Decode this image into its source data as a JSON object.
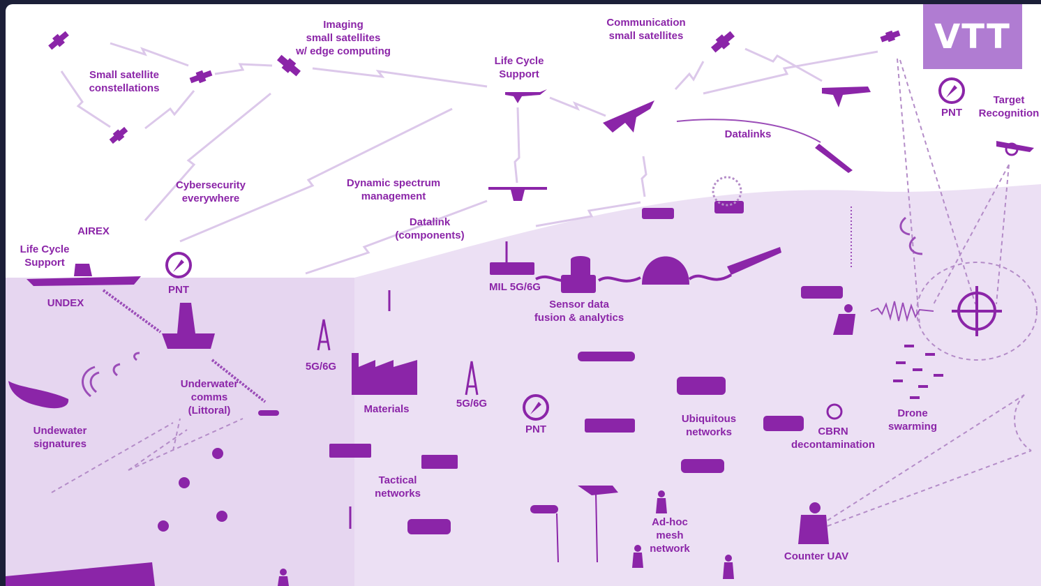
{
  "colors": {
    "accent": "#8b25a8",
    "light_fill": "#ecdff4",
    "logo_bg": "#b07cd2",
    "frame_bg": "#1c1f38"
  },
  "logo": {
    "text": "VTT"
  },
  "labels": {
    "imaging": "Imaging\nsmall satellites\nw/ edge computing",
    "communication": "Communication\nsmall satellites",
    "small_sat": "Small satellite\nconstellations",
    "lcs_air": "Life Cycle\nSupport",
    "pnt_top": "PNT",
    "target_recognition": "Target\nRecognition",
    "datalinks": "Datalinks",
    "cybersecurity": "Cybersecurity\neverywhere",
    "dynamic_spectrum": "Dynamic spectrum\nmanagement",
    "datalink_components": "Datalink\n(components)",
    "airex": "AIREX",
    "lcs_sea": "Life Cycle\nSupport",
    "pnt_sea": "PNT",
    "undex": "UNDEX",
    "mil5g": "MIL 5G/6G",
    "sensor_fusion": "Sensor data\nfusion & analytics",
    "fiveg_left": "5G/6G",
    "fiveg_right": "5G/6G",
    "materials": "Materials",
    "underwater_comms": "Underwater\ncomms\n(Littoral)",
    "underwater_signatures": "Undewater\nsignatures",
    "pnt_ground": "PNT",
    "ubiquitous": "Ubiquitous\nnetworks",
    "cbrn": "CBRN\ndecontamination",
    "drone_swarming": "Drone\nswarming",
    "tactical": "Tactical\nnetworks",
    "adhoc": "Ad-hoc\nmesh\nnetwork",
    "counter_uav": "Counter UAV"
  }
}
